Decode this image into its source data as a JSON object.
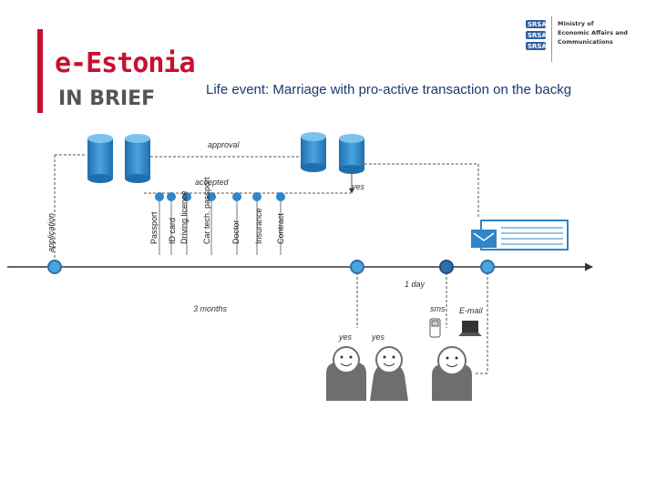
{
  "header": {
    "logo_word": "e-Estonia",
    "logo_sub": "IN BRIEF",
    "ministry_lines": [
      "Ministry of",
      "Economic Affairs and",
      "Communications"
    ]
  },
  "title": "Life event: Marriage with pro-active transaction on the backg",
  "labels": {
    "approval": "approval",
    "accepted": "accepted",
    "application": "application",
    "yes_top": "yes",
    "one_day": "1 day",
    "three_months": "3 months",
    "sms": "sms",
    "email": "E-mail",
    "yes_left": "yes",
    "yes_right": "yes"
  },
  "documents": [
    "Passport",
    "ID card",
    "Driving licence",
    "Car tech. passport",
    "Doctor",
    "Insurance",
    "Contract"
  ],
  "colors": {
    "brand_red": "#c8102e",
    "title_blue": "#1a3a6e",
    "accent_blue": "#2f86c8",
    "node_blue": "#4aa3df",
    "person_gray": "#6e6e6e"
  }
}
